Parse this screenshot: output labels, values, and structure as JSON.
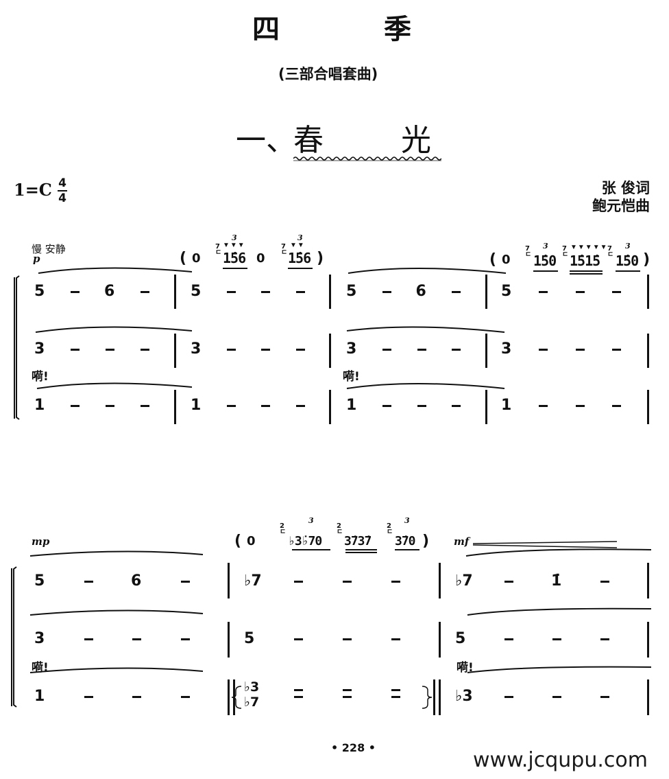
{
  "header": {
    "title_chars": [
      "四",
      "季"
    ],
    "subtitle": "(三部合唱套曲)",
    "section_number": "一、",
    "section_title_chars": [
      "春",
      "光"
    ]
  },
  "key_signature": {
    "key": "1=C",
    "time_top": "4",
    "time_bottom": "4"
  },
  "credits": {
    "lyricist": "张  俊词",
    "composer": "鲍元恺曲"
  },
  "system1": {
    "tempo": "慢  安静",
    "dynamic": "p",
    "interludes": [
      {
        "open": "(",
        "rest": "0",
        "grace_a": "7",
        "grace_b": "t",
        "fig1": "1̇56",
        "rest2": "0",
        "fig2": "1̇56",
        "close": ")",
        "accents1": "▼▼▼",
        "accents2": "▼▼",
        "triplet": "3"
      },
      {
        "open": "(",
        "rest": "0",
        "fig1": "1̇50",
        "fig2": "1̇51̇5",
        "fig3": "1̇50",
        "close": ")",
        "accents2": "▼▼▼▼▼",
        "triplet": "3"
      }
    ],
    "parts": [
      {
        "measures": [
          [
            "5",
            "-",
            "6",
            "-"
          ],
          [
            "5",
            "-",
            "-",
            "-"
          ],
          [
            "5",
            "-",
            "6",
            "-"
          ],
          [
            "5",
            "-",
            "-",
            "-"
          ]
        ]
      },
      {
        "measures": [
          [
            "3",
            "-",
            "-",
            "-"
          ],
          [
            "3",
            "-",
            "-",
            "-"
          ],
          [
            "3",
            "-",
            "-",
            "-"
          ],
          [
            "3",
            "-",
            "-",
            "-"
          ]
        ],
        "lyrics": [
          "嗬!",
          "嗬!"
        ]
      },
      {
        "measures": [
          [
            "1",
            "-",
            "-",
            "-"
          ],
          [
            "1",
            "-",
            "-",
            "-"
          ],
          [
            "1",
            "-",
            "-",
            "-"
          ],
          [
            "1",
            "-",
            "-",
            "-"
          ]
        ]
      }
    ]
  },
  "system2": {
    "dynamic1": "mp",
    "dynamic2": "mf",
    "interlude": {
      "open": "(",
      "rest": "0",
      "grace": "2̇",
      "fig1": "♭3̇♭70",
      "fig2": "3̇73̇7",
      "fig3": "3̇70",
      "close": ")",
      "triplet": "3"
    },
    "parts": [
      {
        "measures": [
          [
            "5",
            "-",
            "6",
            "-"
          ],
          [
            "♭7",
            "-",
            "-",
            "-"
          ],
          [
            "♭7",
            "-",
            "1̇",
            "-"
          ]
        ]
      },
      {
        "measures": [
          [
            "3",
            "-",
            "-",
            "-"
          ],
          [
            "5",
            "-",
            "-",
            "-"
          ],
          [
            "5",
            "-",
            "-",
            "-"
          ]
        ],
        "lyrics": [
          "嗬!",
          "嗬!"
        ]
      },
      {
        "measures": [
          [
            "1",
            "-",
            "-",
            "-"
          ],
          [
            "♭3/♭7",
            "-",
            "-",
            "-"
          ],
          [
            "♭3",
            "-",
            "-",
            "-"
          ]
        ]
      }
    ],
    "chord_top": "♭3",
    "chord_bottom": "♭7"
  },
  "footer": {
    "page_number": "• 228 •",
    "watermark": "www.jcqupu.com"
  }
}
